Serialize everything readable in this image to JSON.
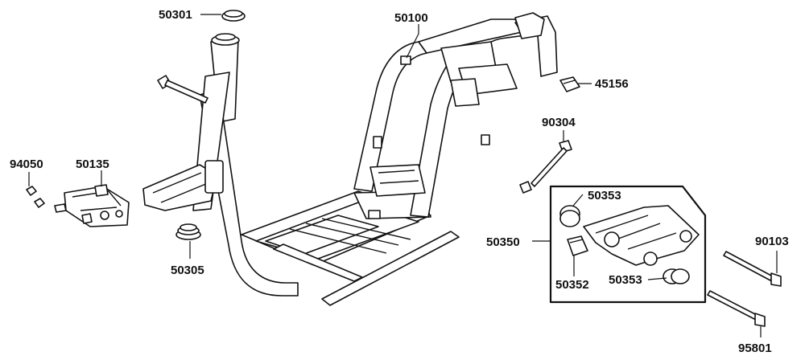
{
  "labels": {
    "p50301": "50301",
    "p50100": "50100",
    "p45156": "45156",
    "p90304": "90304",
    "p94050": "94050",
    "p50135": "50135",
    "p50305": "50305",
    "p50353a": "50353",
    "p50350": "50350",
    "p50352": "50352",
    "p50353b": "50353",
    "p90103": "90103",
    "p95801": "95801"
  }
}
